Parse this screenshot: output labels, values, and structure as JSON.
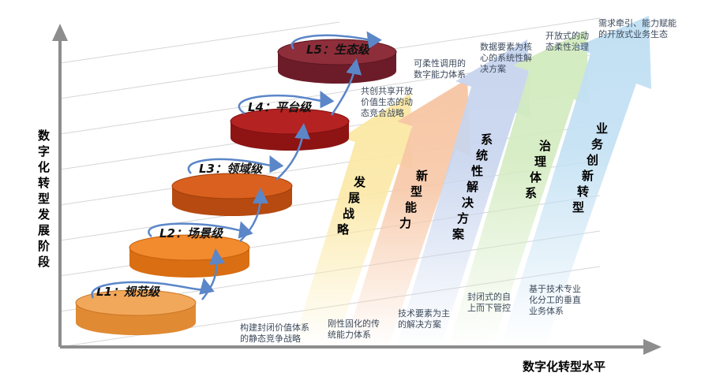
{
  "axes": {
    "y_label_chars": [
      "数",
      "字",
      "化",
      "转",
      "型",
      "发",
      "展",
      "阶",
      "段"
    ],
    "x_label": "数字化转型水平"
  },
  "levels": [
    {
      "label": "L1：规范级",
      "color": "#F2A85A",
      "dark": "#E08A33"
    },
    {
      "label": "L2：场景级",
      "color": "#F28A2E",
      "dark": "#D96E12"
    },
    {
      "label": "L3：领域级",
      "color": "#D9601E",
      "dark": "#B64A10"
    },
    {
      "label": "L4：平台级",
      "color": "#B52222",
      "dark": "#8E1414"
    },
    {
      "label": "L5：生态级",
      "color": "#8E2E3A",
      "dark": "#6C1C28"
    }
  ],
  "arrows": [
    {
      "title": [
        "发",
        "展",
        "战",
        "略"
      ],
      "color": "#FBE8A6",
      "bottom_note": [
        "构建封闭价值体系",
        "的静态竞争战略"
      ],
      "top_note": [
        "共创共享开放",
        "价值生态的动",
        "态竞合战略"
      ]
    },
    {
      "title": [
        "新",
        "型",
        "能",
        "力"
      ],
      "color": "#F7C7A6",
      "bottom_note": [
        "刚性固化的传",
        "统能力体系"
      ],
      "top_note": [
        "可柔性调用的",
        "数字能力体系"
      ]
    },
    {
      "title": [
        "系",
        "统",
        "性",
        "解",
        "决",
        "方",
        "案"
      ],
      "color": "#C8D5EE",
      "bottom_note": [
        "技术要素为主",
        "的解决方案"
      ],
      "top_note": [
        "数据要素为核",
        "心的系统性解",
        "决方案"
      ]
    },
    {
      "title": [
        "治",
        "理",
        "体",
        "系"
      ],
      "color": "#D3EBC0",
      "bottom_note": [
        "封闭式的自",
        "上而下管控"
      ],
      "top_note": [
        "开放式的动",
        "态柔性治理"
      ]
    },
    {
      "title": [
        "业",
        "务",
        "创",
        "新",
        "转",
        "型"
      ],
      "color": "#C2E0F3",
      "bottom_note": [
        "基于技术专业",
        "化分工的垂直",
        "业务体系"
      ],
      "top_note": [
        "需求牵引、能力赋能",
        "的开放式业务生态"
      ]
    }
  ]
}
